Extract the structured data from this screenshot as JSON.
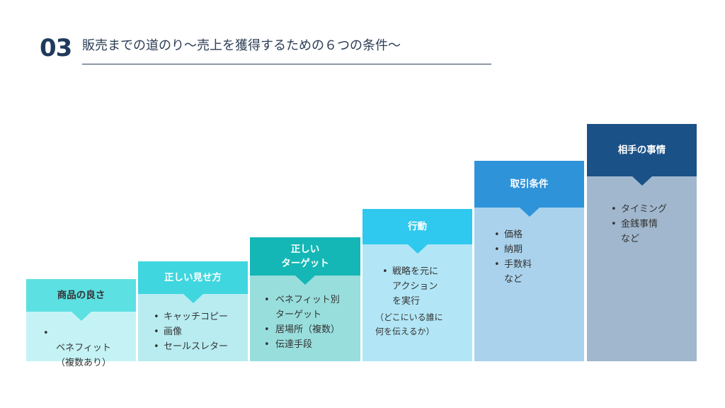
{
  "title": {
    "number": "03",
    "text": "販売までの道のり〜売上を獲得するための６つの条件〜"
  },
  "steps": [
    {
      "label": "商品の良さ",
      "items": [
        "ベネフィット\n（複数あり）"
      ]
    },
    {
      "label": "正しい見せ方",
      "items": [
        "キャッチコピー",
        "画像",
        "セールスレター"
      ]
    },
    {
      "label": "正しい\nターゲット",
      "items": [
        "ベネフィット別\nターゲット",
        "居場所（複数）",
        "伝達手段"
      ]
    },
    {
      "label": "行動",
      "items": [
        "戦略を元に\nアクション\nを実行"
      ],
      "note": "（どこにいる誰に\n何を伝えるか）"
    },
    {
      "label": "取引条件",
      "items": [
        "価格",
        "納期",
        "手数料\nなど"
      ]
    },
    {
      "label": "相手の事情",
      "items": [
        "タイミング",
        "金銭事情\nなど"
      ]
    }
  ],
  "colors": {
    "title": "#1f3a5c",
    "step_heads": [
      "#5ce0e2",
      "#3fd6df",
      "#14b7b5",
      "#2fc8ee",
      "#2e93d9",
      "#1a5187"
    ],
    "step_bodies": [
      "#c5f3f5",
      "#b8ecf0",
      "#98dedd",
      "#b2e6f6",
      "#aad2ec",
      "#a0b7cd"
    ],
    "step_text": [
      "#333333",
      "#ffffff",
      "#ffffff",
      "#ffffff",
      "#ffffff",
      "#ffffff"
    ]
  }
}
